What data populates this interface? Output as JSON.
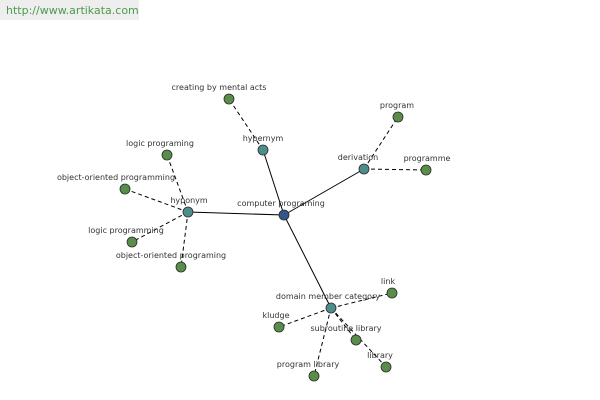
{
  "site_url": "http://www.artikata.com",
  "colors": {
    "center": "#33558c",
    "relation": "#4c8e8c",
    "leaf": "#5a8c4a",
    "edge": "#000000"
  },
  "graph": {
    "center": {
      "id": "computer-programming",
      "label": "computer programing"
    },
    "relations": [
      {
        "id": "hypernym",
        "label": "hypernym"
      },
      {
        "id": "derivation",
        "label": "derivation"
      },
      {
        "id": "hyponym",
        "label": "hyponym"
      },
      {
        "id": "domain-member-category",
        "label": "domain member category"
      }
    ],
    "leaves": [
      {
        "id": "creating-by-mental-acts",
        "label": "creating by mental acts",
        "parent": "hypernym"
      },
      {
        "id": "program",
        "label": "program",
        "parent": "derivation"
      },
      {
        "id": "programme",
        "label": "programme",
        "parent": "derivation"
      },
      {
        "id": "logic-programing",
        "label": "logic programing",
        "parent": "hyponym"
      },
      {
        "id": "object-oriented-programming",
        "label": "object-oriented programming",
        "parent": "hyponym"
      },
      {
        "id": "logic-programming",
        "label": "logic programming",
        "parent": "hyponym"
      },
      {
        "id": "object-oriented-programing",
        "label": "object-oriented programing",
        "parent": "hyponym"
      },
      {
        "id": "link",
        "label": "link",
        "parent": "domain-member-category"
      },
      {
        "id": "kludge",
        "label": "kludge",
        "parent": "domain-member-category"
      },
      {
        "id": "subroutine-library",
        "label": "subroutine library",
        "parent": "domain-member-category"
      },
      {
        "id": "library",
        "label": "library",
        "parent": "domain-member-category"
      },
      {
        "id": "program-library",
        "label": "program library",
        "parent": "domain-member-category"
      }
    ]
  }
}
